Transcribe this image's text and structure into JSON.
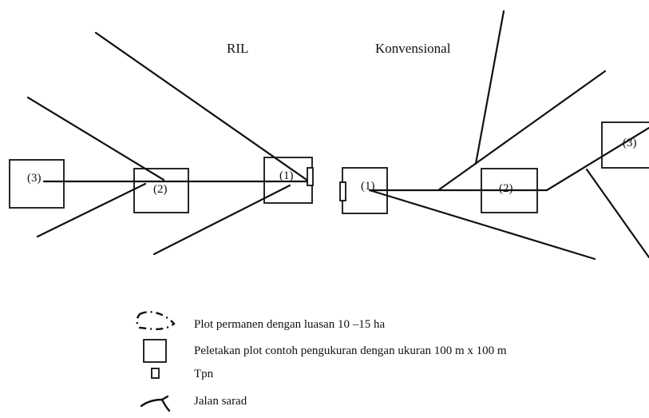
{
  "titles": {
    "ril": "RIL",
    "konvensional": "Konvensional"
  },
  "plots": {
    "ril_3": "(3)",
    "ril_2": "(2)",
    "ril_1": "(1)",
    "konv_1": "(1)",
    "konv_2": "(2)",
    "konv_3": "(3)"
  },
  "legend": {
    "permanent_plot": "Plot permanen dengan luasan 10 –15 ha",
    "sample_plot": "Peletakan plot contoh pengukuran dengan ukuran 100 m x 100 m",
    "tpn": "Tpn",
    "skid_road": "Jalan sarad"
  }
}
